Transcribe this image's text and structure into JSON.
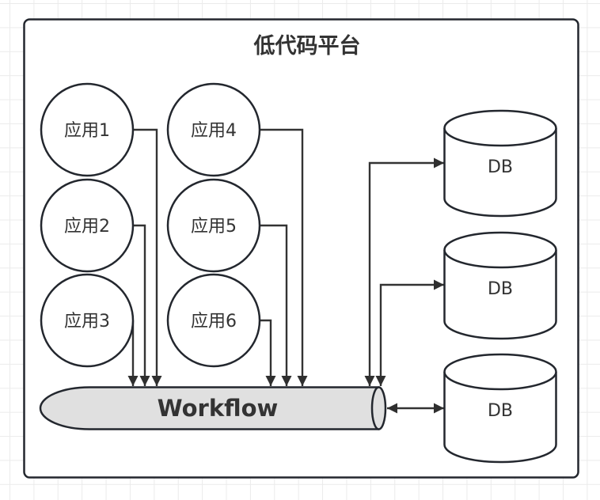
{
  "container": {
    "title": "低代码平台"
  },
  "apps": [
    {
      "label": "应用1"
    },
    {
      "label": "应用2"
    },
    {
      "label": "应用3"
    },
    {
      "label": "应用4"
    },
    {
      "label": "应用5"
    },
    {
      "label": "应用6"
    }
  ],
  "workflow": {
    "label": "Workflow"
  },
  "databases": [
    {
      "label": "DB"
    },
    {
      "label": "DB"
    },
    {
      "label": "DB"
    }
  ],
  "colors": {
    "stroke": "#23272e",
    "text": "#333333",
    "pipe_fill": "#e0e0e0",
    "grid": "#ebebeb",
    "background": "#ffffff"
  }
}
